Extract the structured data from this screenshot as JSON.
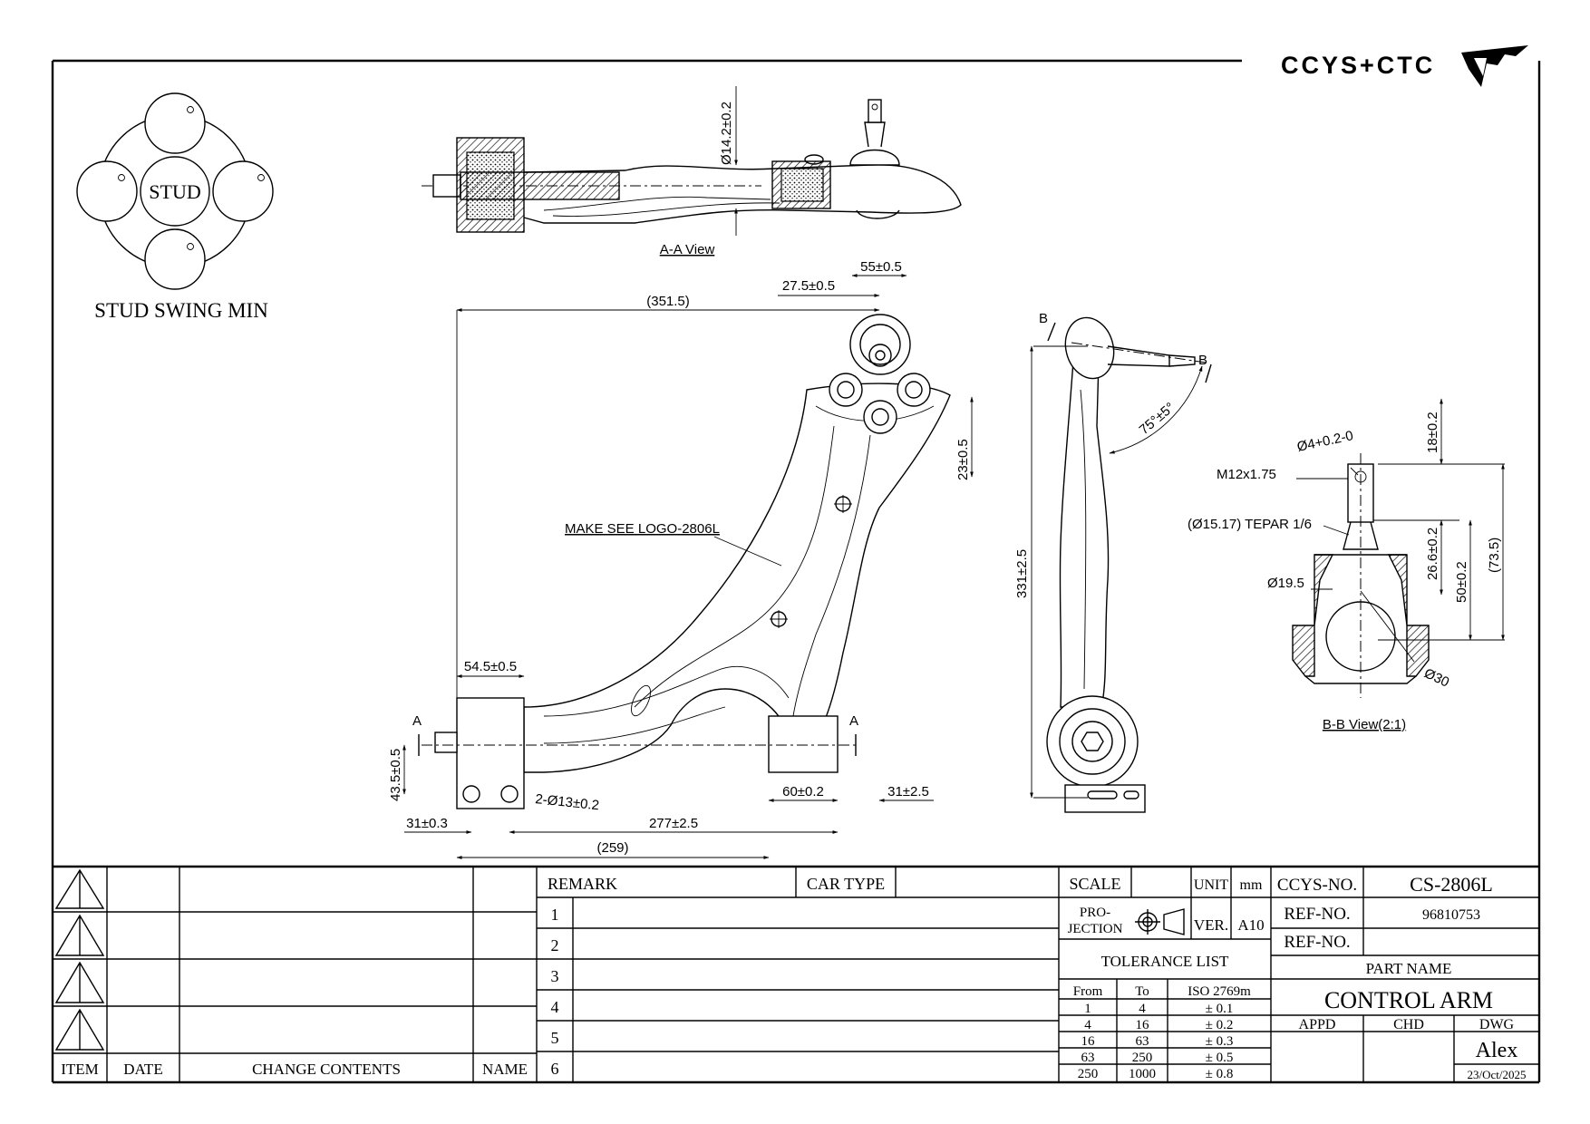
{
  "logo": {
    "text": "CCYS+CTC"
  },
  "stud_diagram": {
    "center_label": "STUD",
    "caption": "STUD SWING MIN"
  },
  "views": {
    "aa_view": "A-A View",
    "bb_view": "B-B View(2:1)"
  },
  "section_markers": {
    "a": "A",
    "b": "B"
  },
  "top_view": {
    "dim_diameter": "Ø14.2±0.2"
  },
  "front_view": {
    "dim_351": "(351.5)",
    "dim_27": "27.5±0.5",
    "dim_55": "55±0.5",
    "dim_23": "23±0.5",
    "logo_note": "MAKE SEE LOGO-2806L",
    "dim_54": "54.5±0.5",
    "dim_43": "43.5±0.5",
    "dim_holes": "2-Ø13±0.2",
    "dim_60": "60±0.2",
    "dim_31r": "31±2.5",
    "dim_31l": "31±0.3",
    "dim_277": "277±2.5",
    "dim_259": "(259)"
  },
  "side_view": {
    "dim_331": "331±2.5",
    "dim_angle": "75°±5°"
  },
  "ball_joint": {
    "dim_hole": "Ø4+0.2-0",
    "thread": "M12x1.75",
    "taper": "(Ø15.17) TEPAR 1/6",
    "dim_19": "Ø19.5",
    "dim_30": "Ø30",
    "dim_18": "18±0.2",
    "dim_26": "26.6±0.2",
    "dim_50": "50±0.2",
    "dim_73": "(73.5)"
  },
  "revision_table": {
    "headers": {
      "item": "ITEM",
      "date": "DATE",
      "contents": "CHANGE CONTENTS",
      "name": "NAME"
    }
  },
  "remark_table": {
    "remark_label": "REMARK",
    "car_type_label": "CAR TYPE",
    "rows": [
      "1",
      "2",
      "3",
      "4",
      "5",
      "6"
    ]
  },
  "spec_block": {
    "scale_label": "SCALE",
    "unit_label": "UNIT",
    "unit_value": "mm",
    "projection_line1": "PRO-",
    "projection_line2": "JECTION",
    "ver_label": "VER.",
    "ver_value": "A10",
    "tolerance_title": "TOLERANCE LIST",
    "tolerance_headers": [
      "From",
      "To",
      "ISO 2769m"
    ],
    "tolerance_rows": [
      [
        "1",
        "4",
        "± 0.1"
      ],
      [
        "4",
        "16",
        "± 0.2"
      ],
      [
        "16",
        "63",
        "± 0.3"
      ],
      [
        "63",
        "250",
        "± 0.5"
      ],
      [
        "250",
        "1000",
        "± 0.8"
      ]
    ]
  },
  "title_block": {
    "ccys_no_label": "CCYS-NO.",
    "ccys_no_value": "CS-2806L",
    "ref_no_label": "REF-NO.",
    "ref_no_value": "96810753",
    "ref_no_label_2": "REF-NO.",
    "part_name_label": "PART NAME",
    "part_name": "CONTROL ARM",
    "appd_label": "APPD",
    "chd_label": "CHD",
    "dwg_label": "DWG",
    "dwg_name": "Alex",
    "date": "23/Oct/2025"
  }
}
